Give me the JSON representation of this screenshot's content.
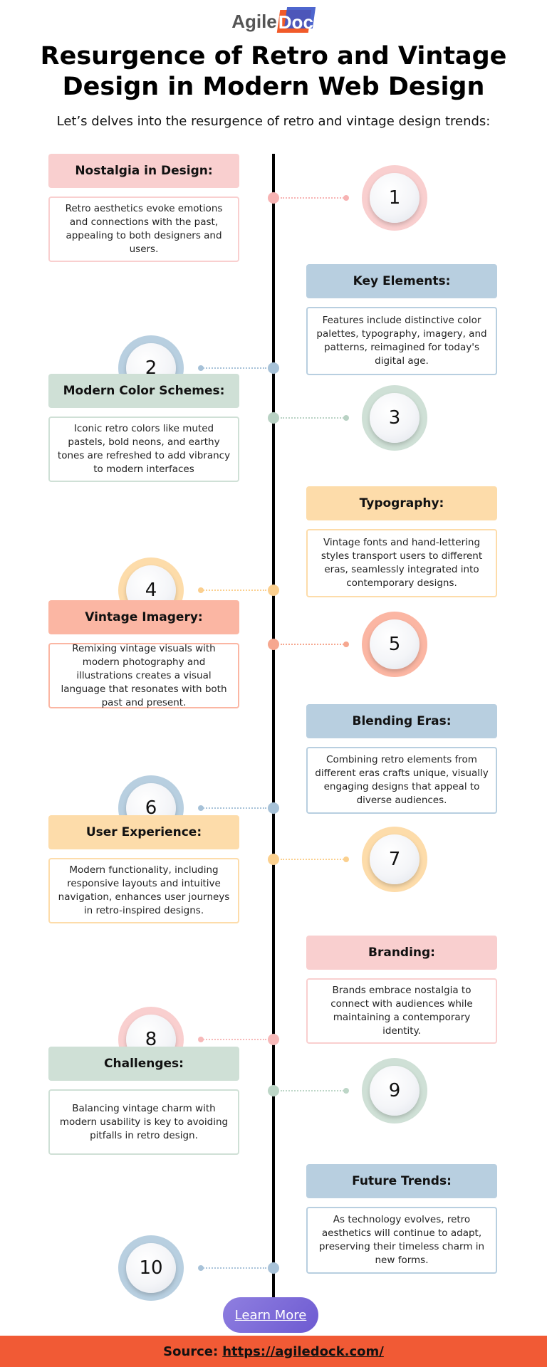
{
  "logo": {
    "part1": "Agile",
    "part2": "Dock"
  },
  "title_line1": "Resurgence of Retro and Vintage",
  "title_line2": "Design in Modern Web Design",
  "subtitle": "Let’s  delves into the resurgence of retro and vintage design trends:",
  "items": [
    {
      "num": "1",
      "heading": "Nostalgia in Design:",
      "desc": "Retro aesthetics evoke emotions and connections with the past, appealing to both designers and users.",
      "color": "#f9cfcf",
      "accent": "#f7b3b3"
    },
    {
      "num": "2",
      "heading": "Key Elements:",
      "desc": "Features include distinctive color palettes, typography, imagery, and patterns, reimagined for today's digital age.",
      "color": "#b8cfe0",
      "accent": "#a7c2d8"
    },
    {
      "num": "3",
      "heading": "Modern Color Schemes:",
      "desc": "Iconic retro colors like muted pastels, bold neons, and earthy tones are refreshed to add vibrancy to modern interfaces",
      "color": "#cfe0d6",
      "accent": "#b9d2c4"
    },
    {
      "num": "4",
      "heading": "Typography:",
      "desc": "Vintage fonts and hand-lettering styles transport users to different eras, seamlessly integrated into contemporary designs.",
      "color": "#fddcaa",
      "accent": "#fbcf8e"
    },
    {
      "num": "5",
      "heading": "Vintage Imagery:",
      "desc": "Remixing vintage visuals with modern photography and illustrations creates a visual language that resonates with both past and present.",
      "color": "#fbb6a3",
      "accent": "#f6a78f"
    },
    {
      "num": "6",
      "heading": "Blending Eras:",
      "desc": "Combining retro elements from different eras crafts unique, visually engaging designs that appeal to diverse audiences.",
      "color": "#b8cfe0",
      "accent": "#a7c2d8"
    },
    {
      "num": "7",
      "heading": "User Experience:",
      "desc": "Modern functionality, including responsive layouts and intuitive navigation, enhances user journeys in retro-inspired designs.",
      "color": "#fddcaa",
      "accent": "#fbd08e"
    },
    {
      "num": "8",
      "heading": "Branding:",
      "desc": "Brands embrace nostalgia to connect with audiences while maintaining a contemporary identity.",
      "color": "#f9cfcf",
      "accent": "#f7b9b9"
    },
    {
      "num": "9",
      "heading": "Challenges:",
      "desc": "Balancing vintage charm with modern usability is key to avoiding pitfalls in retro design.",
      "color": "#cfe0d6",
      "accent": "#bdd6c7"
    },
    {
      "num": "10",
      "heading": "Future Trends:",
      "desc": "As technology evolves, retro aesthetics will continue to adapt, preserving their timeless charm in new forms.",
      "color": "#b8cfe0",
      "accent": "#a9c3d9"
    }
  ],
  "learn_more": "Learn More",
  "footer": {
    "label": "Source:",
    "link": "https://agiledock.com/"
  }
}
